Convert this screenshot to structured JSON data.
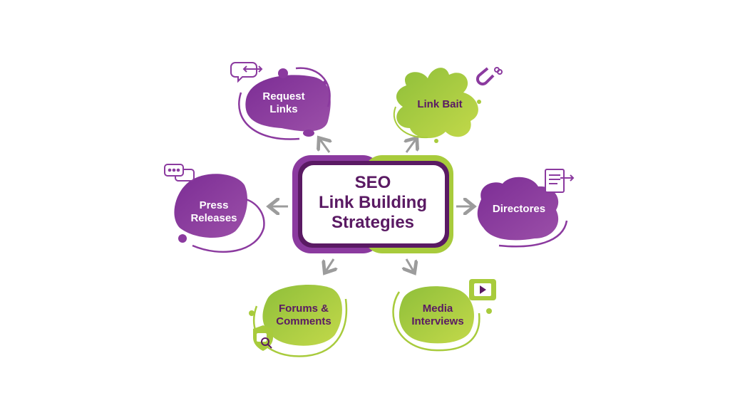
{
  "center": {
    "title": "SEO\nLink Building\nStrategies"
  },
  "nodes": [
    {
      "label": "Request\nLinks",
      "icon": "chat-arrows-icon"
    },
    {
      "label": "Link Bait",
      "icon": "magnet-link-icon"
    },
    {
      "label": "Press\nReleases",
      "icon": "chat-bubbles-icon"
    },
    {
      "label": "Directores",
      "icon": "directory-book-icon"
    },
    {
      "label": "Forums &\nComments",
      "icon": "shield-search-icon"
    },
    {
      "label": "Media\nInterviews",
      "icon": "video-play-icon"
    }
  ],
  "colors": {
    "purple": "#8b3a9f",
    "dark_purple": "#5a1a63",
    "green": "#a8cb3c",
    "arrow": "#9c9c9c"
  }
}
